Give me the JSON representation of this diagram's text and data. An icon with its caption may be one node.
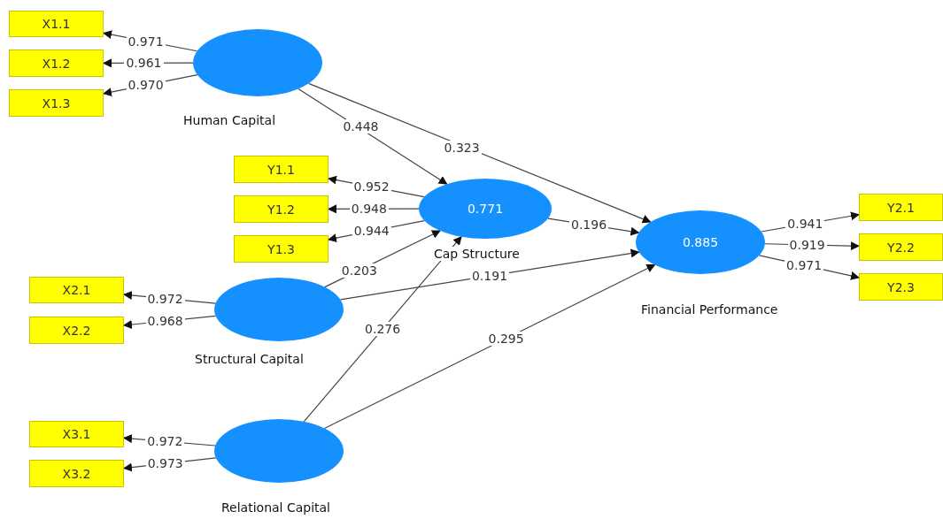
{
  "diagram": {
    "nodes": [
      {
        "text": [
          "X1.1"
        ]
      },
      {
        "text": [
          "X1.2"
        ]
      },
      {
        "text": [
          "X1.3"
        ]
      },
      {
        "text": [],
        "shape": "ellipse",
        "beside": [
          "Human Capital"
        ]
      },
      {
        "text": [
          "Y1.1"
        ]
      },
      {
        "text": [
          "Y1.2"
        ]
      },
      {
        "text": [
          "Y1.3"
        ]
      },
      {
        "text": [
          "0.771"
        ],
        "beside": [
          "Cap Structure"
        ]
      },
      {
        "text": [
          "0.885"
        ],
        "beside": [
          "Financial Performance"
        ]
      },
      {
        "text": [
          "Y2.1"
        ]
      },
      {
        "text": [
          "Y2.2"
        ]
      },
      {
        "text": [
          "Y2.3"
        ]
      },
      {
        "text": [
          "X2.1"
        ]
      },
      {
        "text": [
          "X2.2"
        ]
      },
      {
        "text": [],
        "shape": "ellipse",
        "beside": [
          "Structural Capital"
        ]
      },
      {
        "text": [
          "X3.1"
        ]
      },
      {
        "text": [
          "X3.2"
        ]
      },
      {
        "text": [],
        "shape": "ellipse",
        "beside": [
          "Relational Capital"
        ]
      }
    ],
    "edges": [
      {
        "from": 3,
        "to": 0,
        "arrow": "to",
        "label": "0.971"
      },
      {
        "from": 3,
        "to": 1,
        "arrow": "to",
        "label": "0.961"
      },
      {
        "from": 3,
        "to": 2,
        "arrow": "to",
        "label": "0.970"
      },
      {
        "from": 7,
        "to": 4,
        "arrow": "to",
        "label": "0.952"
      },
      {
        "from": 7,
        "to": 5,
        "arrow": "to",
        "label": "0.948"
      },
      {
        "from": 7,
        "to": 6,
        "arrow": "to",
        "label": "0.944"
      },
      {
        "from": 8,
        "to": 9,
        "arrow": "to",
        "label": "0.941"
      },
      {
        "from": 8,
        "to": 10,
        "arrow": "to",
        "label": "0.919"
      },
      {
        "from": 8,
        "to": 11,
        "arrow": "to",
        "label": "0.971"
      },
      {
        "from": 14,
        "to": 12,
        "arrow": "to",
        "label": "0.972"
      },
      {
        "from": 14,
        "to": 13,
        "arrow": "to",
        "label": "0.968"
      },
      {
        "from": 17,
        "to": 15,
        "arrow": "to",
        "label": "0.972"
      },
      {
        "from": 17,
        "to": 16,
        "arrow": "to",
        "label": "0.973"
      },
      {
        "from": 3,
        "to": 7,
        "arrow": "to",
        "label": "0.448"
      },
      {
        "from": 3,
        "to": 8,
        "arrow": "to",
        "label": "0.323"
      },
      {
        "from": 7,
        "to": 8,
        "arrow": "to",
        "label": "0.196"
      },
      {
        "from": 14,
        "to": 7,
        "arrow": "to",
        "label": "0.203"
      },
      {
        "from": 14,
        "to": 8,
        "arrow": "to",
        "label": "0.191"
      },
      {
        "from": 17,
        "to": 7,
        "arrow": "to",
        "label": "0.276"
      },
      {
        "from": 17,
        "to": 8,
        "arrow": "to",
        "label": "0.295"
      }
    ]
  }
}
